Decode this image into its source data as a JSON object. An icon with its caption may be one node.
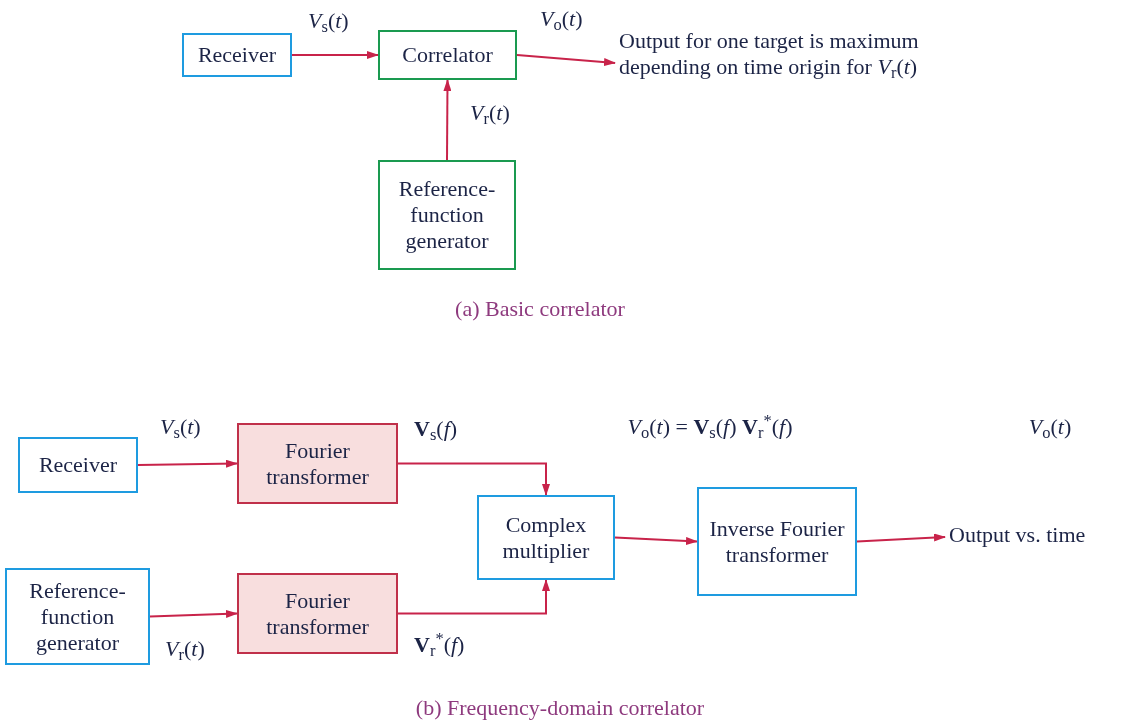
{
  "diagram": {
    "nodes": [
      {
        "text": [
          "Receiver"
        ]
      },
      {
        "text": [
          "Correlator"
        ]
      },
      {
        "text": [
          "Reference-function generator"
        ]
      },
      {
        "text": [
          "Output for one target is maximum depending on time origin for *V*$_{r}$(*t*)"
        ]
      },
      {
        "text": [
          "Receiver"
        ]
      },
      {
        "text": [
          "Fourier transformer"
        ]
      },
      {
        "text": [
          "Reference-function generator"
        ]
      },
      {
        "text": [
          "Fourier transformer"
        ]
      },
      {
        "text": [
          "Complex multiplier"
        ]
      },
      {
        "text": [
          "Inverse Fourier transformer"
        ]
      },
      {
        "text": [
          "Output vs. time"
        ]
      }
    ],
    "edges": [
      {
        "from": 0,
        "to": 1,
        "arrow": "to",
        "label": "*V*$_{s}$(*t*)"
      },
      {
        "from": 1,
        "to": 3,
        "arrow": "to",
        "label": "*V*$_{o}$(*t*)"
      },
      {
        "from": 2,
        "to": 1,
        "arrow": "to",
        "label": "*V*$_{r}$(*t*)"
      },
      {
        "from": 4,
        "to": 5,
        "arrow": "to",
        "label": "*V*$_{s}$(*t*)"
      },
      {
        "from": 5,
        "to": 8,
        "arrow": "to",
        "label": "**V**$_{s}$(*f*)"
      },
      {
        "from": 6,
        "to": 7,
        "arrow": "to",
        "label": "*V*$_{r}$(*t*)"
      },
      {
        "from": 7,
        "to": 8,
        "arrow": "to",
        "label": "**V**$_{r}$$^{*}$(*f*)"
      },
      {
        "from": 8,
        "to": 9,
        "arrow": "to"
      },
      {
        "from": 9,
        "to": 10,
        "arrow": "to"
      }
    ],
    "labels": [
      "(a) Basic correlator",
      "*V*$_{o}$(*t*) = **V**$_{s}$(*f*) **V**$_{r}$$^{*}$(*f*)",
      "*V*$_{o}$(*t*)",
      "(b) Frequency-domain correlator"
    ]
  }
}
